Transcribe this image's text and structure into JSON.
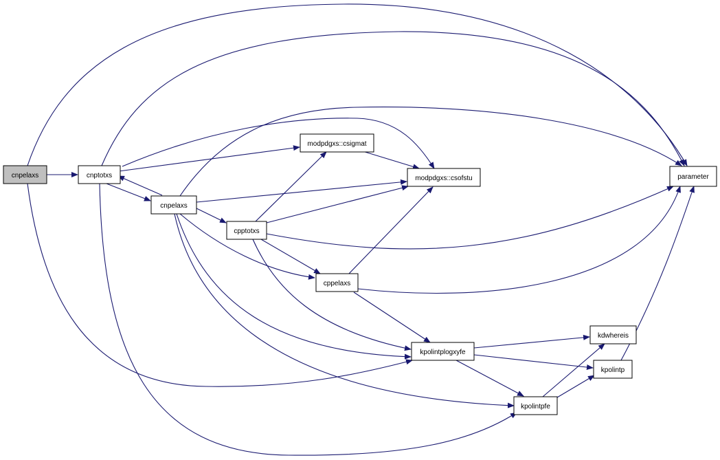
{
  "colors": {
    "edge": "#191970",
    "node_border": "#000000",
    "root_fill": "#bfbfbf",
    "node_fill": "#ffffff"
  },
  "nodes": {
    "root": "cnpelaxs",
    "cnptotxs": "cnptotxs",
    "cnpelaxs2": "cnpelaxs",
    "cpptotxs": "cpptotxs",
    "cppelaxs": "cppelaxs",
    "csigmat": "modpdgxs::csigmat",
    "csofstu": "modpdgxs::csofstu",
    "parameter": "parameter",
    "kpolintplogxyfe": "kpolintplogxyfe",
    "kdwhereis": "kdwhereis",
    "kpolintp": "kpolintp",
    "kpolintpfe": "kpolintpfe"
  }
}
